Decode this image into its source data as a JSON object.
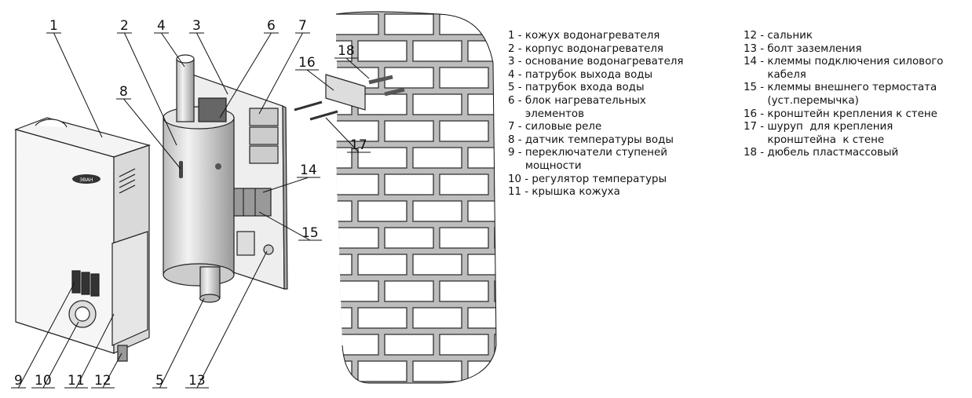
{
  "callouts": [
    "1",
    "2",
    "3",
    "4",
    "5",
    "6",
    "7",
    "8",
    "9",
    "10",
    "11",
    "12",
    "13",
    "14",
    "15",
    "16",
    "17",
    "18"
  ],
  "logo_text": "ЭВАН",
  "legend_left": [
    {
      "num": "1",
      "text": "кожух водонагревателя"
    },
    {
      "num": "2",
      "text": "корпус водонагревателя"
    },
    {
      "num": "3",
      "text": "основание водонагревателя"
    },
    {
      "num": "4",
      "text": "патрубок выхода воды"
    },
    {
      "num": "5",
      "text": "патрубок входа воды"
    },
    {
      "num": "6",
      "text": "блок нагревательных\nэлементов"
    },
    {
      "num": "7",
      "text": "силовые реле"
    },
    {
      "num": "8",
      "text": "датчик температуры воды"
    },
    {
      "num": "9",
      "text": "переключатели ступеней\nмощности"
    },
    {
      "num": "10",
      "text": "регулятор температуры"
    },
    {
      "num": "11",
      "text": "крышка кожуха"
    }
  ],
  "legend_right": [
    {
      "num": "12",
      "text": "сальник"
    },
    {
      "num": "13",
      "text": "болт заземления"
    },
    {
      "num": "14",
      "text": "клеммы подключения силового\nкабеля"
    },
    {
      "num": "15",
      "text": "клеммы внешнего термостата\n(уст.перемычка)"
    },
    {
      "num": "16",
      "text": "кронштейн крепления к стене"
    },
    {
      "num": "17",
      "text": "шуруп  для крепления\nкронштейна  к стене"
    },
    {
      "num": "18",
      "text": "дюбель пластмассовый"
    }
  ]
}
